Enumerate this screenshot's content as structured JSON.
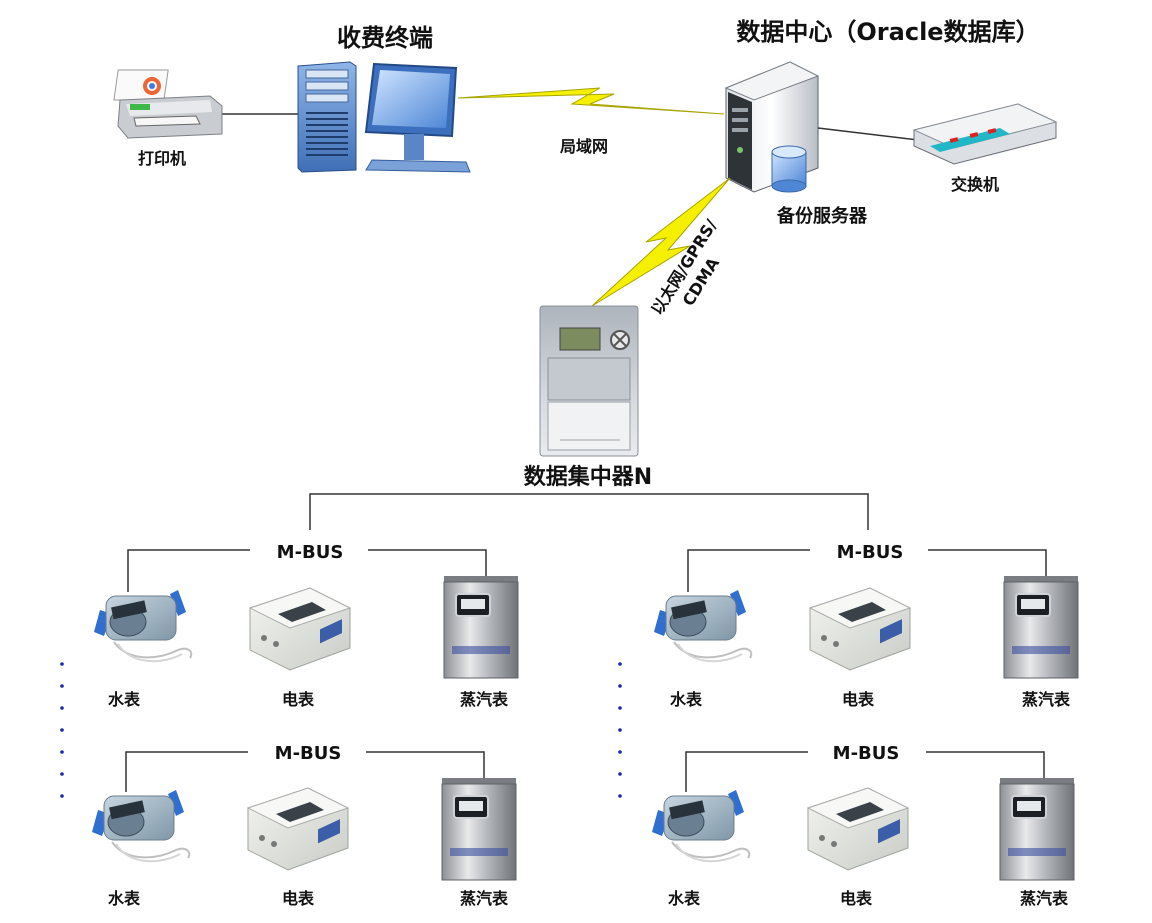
{
  "terminal": {
    "title": "收费终端"
  },
  "datacenter": {
    "title": "数据中心（Oracle数据库）"
  },
  "printer": {
    "label": "打印机"
  },
  "lan": {
    "label": "局域网"
  },
  "backup": {
    "label": "备份服务器"
  },
  "switch": {
    "label": "交换机"
  },
  "uplink": {
    "label_line1": "以太网/GPRS/",
    "label_line2": "CDMA"
  },
  "concentrator": {
    "label": "数据集中器N"
  },
  "bus": {
    "label": "M-BUS"
  },
  "meters": {
    "water": "水表",
    "electric": "电表",
    "steam": "蒸汽表"
  },
  "colors": {
    "lightning": "#f5f000",
    "line": "#333333",
    "dots": "#1a2aa8"
  }
}
